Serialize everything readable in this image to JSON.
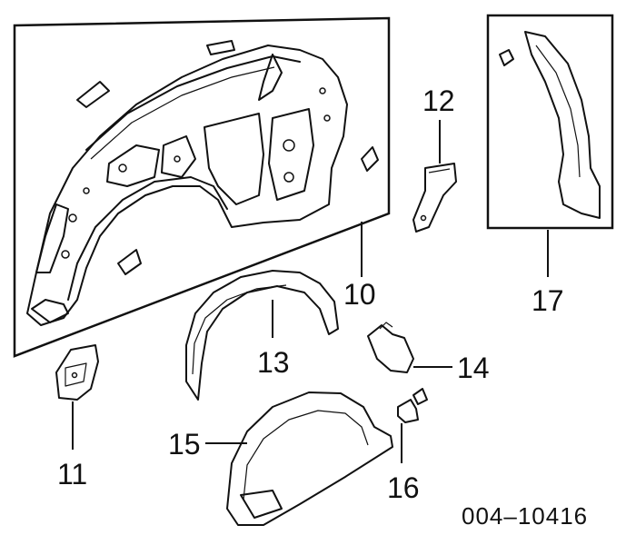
{
  "diagram": {
    "callouts": {
      "c10": "10",
      "c11": "11",
      "c12": "12",
      "c13": "13",
      "c14": "14",
      "c15": "15",
      "c16": "16",
      "c17": "17"
    },
    "figure_code": "004–10416"
  }
}
